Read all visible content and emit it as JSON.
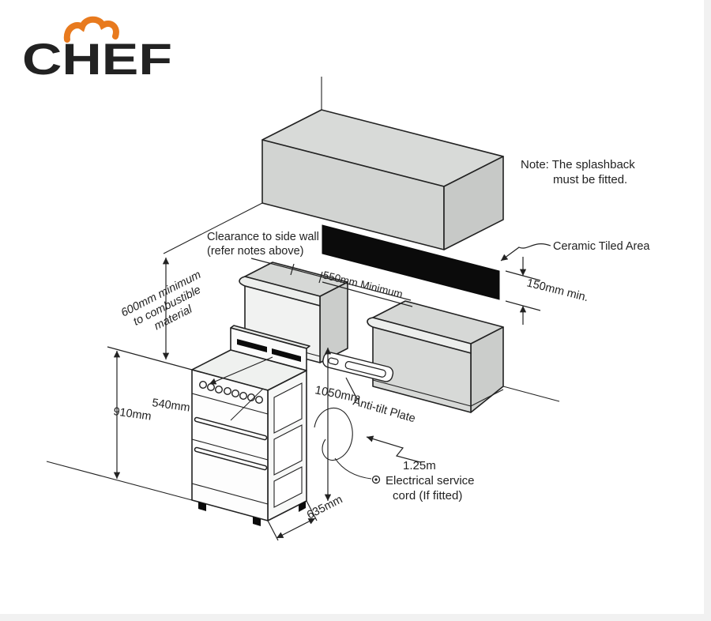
{
  "logo": {
    "text": "CHEF",
    "color": "#e87a1e"
  },
  "note": {
    "line1": "Note: The splashback",
    "line2": "must be fitted."
  },
  "labels": {
    "clearance1": "Clearance to side wall",
    "clearance2": "(refer notes above)",
    "ceramic": "Ceramic Tiled Area",
    "dim150": "150mm min.",
    "dim550": "550mm Minimum",
    "comb1": "600mm minimum",
    "comb2": "to combustible",
    "comb3": "material",
    "dim540": "540mm",
    "dim910": "910mm",
    "dim1050": "1050mm",
    "antitilt": "Anti-tilt Plate",
    "cord1": "1.25m",
    "cord2": "Electrical service",
    "cord3": "cord (If fitted)",
    "dim635": "635mm"
  },
  "colors": {
    "splashback": "#0b0b0b",
    "cabinet_top": "#d8dad8",
    "cabinet_front": "#d2d4d2",
    "cabinet_side": "#c7c9c7",
    "line": "#222222"
  }
}
